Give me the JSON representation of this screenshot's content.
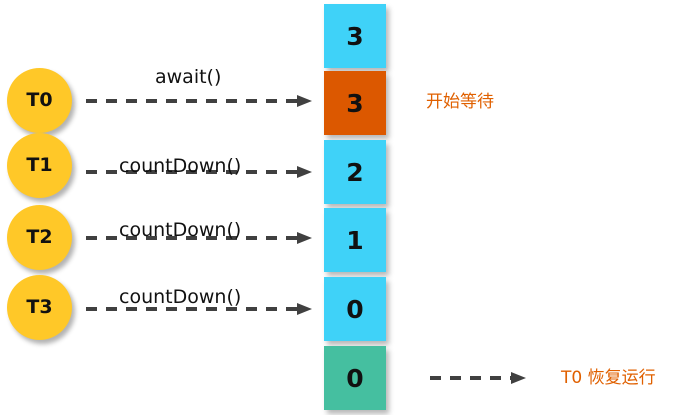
{
  "diagram": {
    "title": "CountDownLatch await/countDown sequence",
    "colors": {
      "thread_circle": "#FFC828",
      "counter_cyan": "#3FD2F8",
      "counter_orange": "#DC5800",
      "counter_teal": "#45BFA0",
      "arrow": "#404040",
      "annotation_orange": "#E06000",
      "text_dark": "#111111",
      "background": "#FFFFFF"
    },
    "threads": [
      {
        "id": "t0",
        "label": "T0",
        "call": "await()"
      },
      {
        "id": "t1",
        "label": "T1",
        "call": "countDown()"
      },
      {
        "id": "t2",
        "label": "T2",
        "call": "countDown()"
      },
      {
        "id": "t3",
        "label": "T3",
        "call": "countDown()"
      }
    ],
    "counter_boxes": [
      {
        "id": "box-initial",
        "value": "3",
        "color": "cyan"
      },
      {
        "id": "box-await",
        "value": "3",
        "color": "orange"
      },
      {
        "id": "box-count-2",
        "value": "2",
        "color": "cyan"
      },
      {
        "id": "box-count-1",
        "value": "1",
        "color": "cyan"
      },
      {
        "id": "box-count-0",
        "value": "0",
        "color": "cyan"
      },
      {
        "id": "box-released",
        "value": "0",
        "color": "teal"
      }
    ],
    "annotations": [
      {
        "id": "waiting",
        "text": "开始等待"
      },
      {
        "id": "resuming",
        "text": "T0 恢复运行"
      }
    ]
  }
}
